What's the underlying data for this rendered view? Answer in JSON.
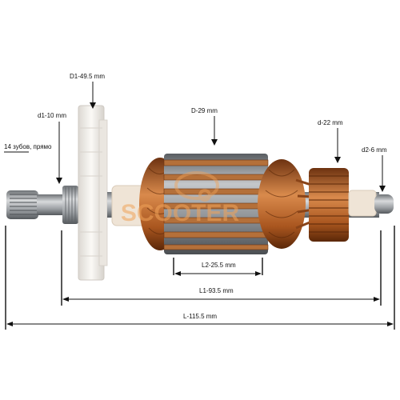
{
  "labels": {
    "d1_outer": "D1-49.5 mm",
    "d1_shaft": "d1-10 mm",
    "teeth": "14 зубов, прямо",
    "core_d": "D-29 mm",
    "commutator_d": "d-22 mm",
    "end_shaft_d": "d2-6 mm",
    "core_length": "L2-25.5 mm",
    "length_l1": "L1-93.5 mm",
    "total_length": "L-115.5 mm"
  },
  "watermark": "SCOOTER",
  "colors": {
    "copper": "#b5652e",
    "copper_dark": "#7a3a14",
    "steel": "#a9adb1",
    "fan": "#f4f1ec",
    "watermark": "#f0a35a"
  }
}
